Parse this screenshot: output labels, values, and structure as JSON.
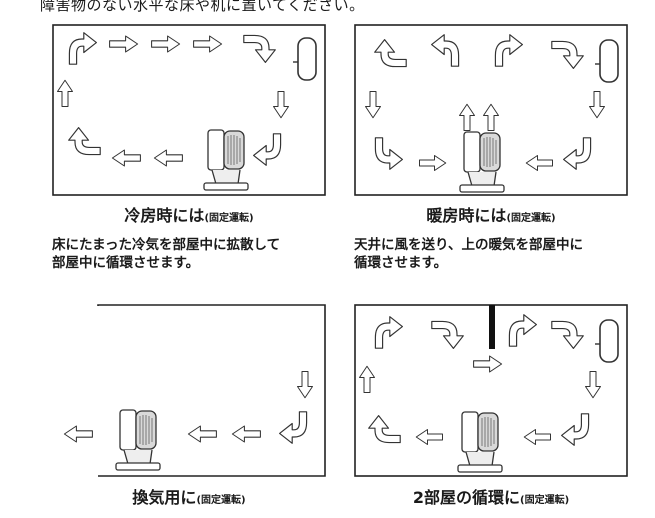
{
  "header_text": "障害物のない水平な床や机に置いてください。",
  "panels": {
    "cooling": {
      "title": "冷房時には",
      "note": "(固定運転)",
      "desc_lines": [
        "床にたまった冷気を部屋中に拡散して",
        "部屋中に循環させます。"
      ]
    },
    "heating": {
      "title": "暖房時には",
      "note": "(固定運転)",
      "desc_lines": [
        "天井に風を送り、上の暖気を部屋中に",
        "循環させます。"
      ]
    },
    "ventilation": {
      "title": "換気用に",
      "note": "(固定運転)"
    },
    "two_room": {
      "title": "2部屋の循環に",
      "note": "(固定運転)"
    }
  },
  "icons": [
    "arrow-icon",
    "circulator-fan-icon",
    "air-conditioner-icon",
    "wall-partition-icon"
  ]
}
